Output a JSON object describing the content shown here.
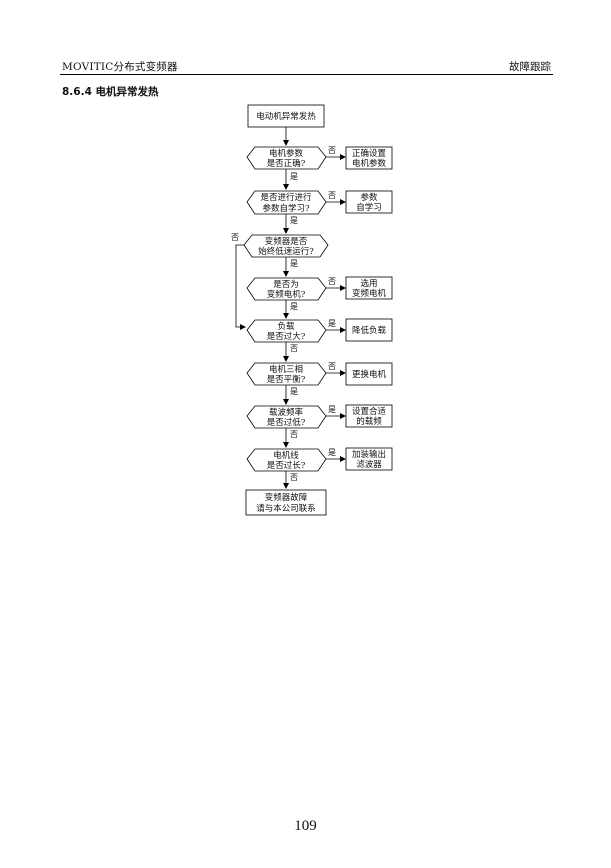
{
  "header": {
    "left": "MOVITIC分布式变频器",
    "right": "故障跟踪"
  },
  "section": {
    "title": "8.6.4 电机异常发热"
  },
  "flow": {
    "start": "电动机异常发热",
    "d1": [
      "电机参数",
      "是否正确?"
    ],
    "a1": [
      "正确设置",
      "电机参数"
    ],
    "d2": [
      "是否进行进行",
      "参数自学习?"
    ],
    "a2": [
      "参数",
      "自学习"
    ],
    "d3": [
      "变频器是否",
      "始终低速运行?"
    ],
    "d4": [
      "是否为",
      "变频电机?"
    ],
    "a4": [
      "选用",
      "变频电机"
    ],
    "d5": [
      "负载",
      "是否过大?"
    ],
    "a5": "降低负载",
    "d6": [
      "电机三相",
      "是否平衡?"
    ],
    "a6": "更换电机",
    "d7": [
      "载波频率",
      "是否过低?"
    ],
    "a7": [
      "设置合适",
      "的载频"
    ],
    "d8": [
      "电机线",
      "是否过长?"
    ],
    "a8": [
      "加装输出",
      "滤波器"
    ],
    "end": [
      "变频器故障",
      "请与本公司联系"
    ],
    "yes": "是",
    "no": "否"
  },
  "page_number": "109"
}
